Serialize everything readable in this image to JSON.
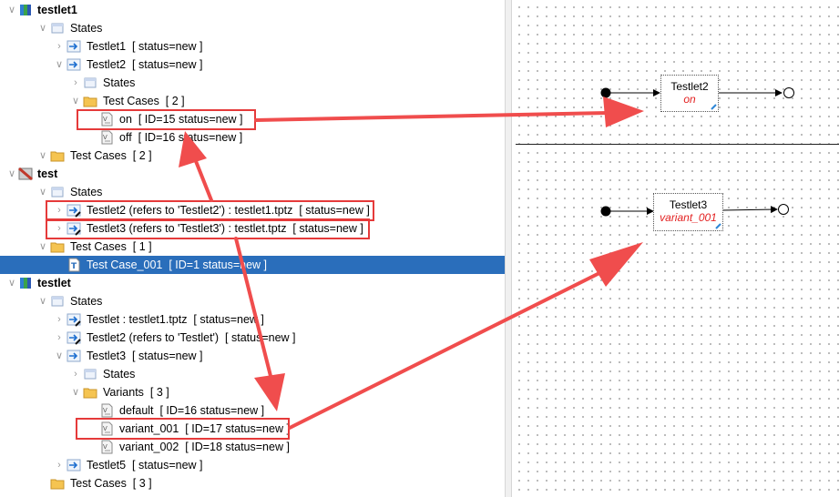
{
  "tree": {
    "rows": [
      {
        "label": "testlet1",
        "icon": "testlet-book-icon",
        "bold": true
      },
      {
        "label": "States",
        "icon": "states-folder-icon"
      },
      {
        "label": "Testlet1  [ status=new ]",
        "icon": "state-arrow-icon"
      },
      {
        "label": "Testlet2  [ status=new ]",
        "icon": "state-arrow-icon"
      },
      {
        "label": "States",
        "icon": "states-folder-icon"
      },
      {
        "label": "Test Cases  [ 2 ]",
        "icon": "folder-icon"
      },
      {
        "label": "on  [ ID=15 status=new ]",
        "icon": "variant-doc-icon"
      },
      {
        "label": "off  [ ID=16 status=new ]",
        "icon": "variant-doc-icon"
      },
      {
        "label": "Test Cases  [ 2 ]",
        "icon": "folder-icon"
      },
      {
        "label": "test",
        "icon": "test-suite-icon",
        "bold": true
      },
      {
        "label": "States",
        "icon": "states-folder-icon"
      },
      {
        "label": "Testlet2 (refers to 'Testlet2') : testlet1.tptz  [ status=new ]",
        "icon": "state-ref-icon"
      },
      {
        "label": "Testlet3 (refers to 'Testlet3') : testlet.tptz  [ status=new ]",
        "icon": "state-ref-icon"
      },
      {
        "label": "Test Cases  [ 1 ]",
        "icon": "folder-icon"
      },
      {
        "label": "Test Case_001  [ ID=1 status=new ]",
        "icon": "test-case-icon",
        "selected": true
      },
      {
        "label": "testlet",
        "icon": "testlet-book-icon",
        "bold": true
      },
      {
        "label": "States",
        "icon": "states-folder-icon"
      },
      {
        "label": "Testlet : testlet1.tptz  [ status=new ]",
        "icon": "state-ref-icon"
      },
      {
        "label": "Testlet2 (refers to 'Testlet')  [ status=new ]",
        "icon": "state-ref-icon"
      },
      {
        "label": "Testlet3  [ status=new ]",
        "icon": "state-arrow-icon"
      },
      {
        "label": "States",
        "icon": "states-folder-icon"
      },
      {
        "label": "Variants  [ 3 ]",
        "icon": "folder-icon"
      },
      {
        "label": "default  [ ID=16 status=new ]",
        "icon": "variant-doc-icon"
      },
      {
        "label": "variant_001  [ ID=17 status=new ]",
        "icon": "variant-doc-icon"
      },
      {
        "label": "variant_002  [ ID=18 status=new ]",
        "icon": "variant-doc-icon"
      },
      {
        "label": "Testlet5  [ status=new ]",
        "icon": "state-arrow-icon"
      },
      {
        "label": "Test Cases  [ 3 ]",
        "icon": "folder-icon"
      }
    ]
  },
  "diagram": {
    "upper_state": {
      "name": "Testlet2",
      "variant": "on"
    },
    "lower_state": {
      "name": "Testlet3",
      "variant": "variant_001"
    }
  },
  "colors": {
    "selection": "#2a6ebb",
    "highlight": "#e53a3a",
    "variant_text": "#e32222"
  }
}
